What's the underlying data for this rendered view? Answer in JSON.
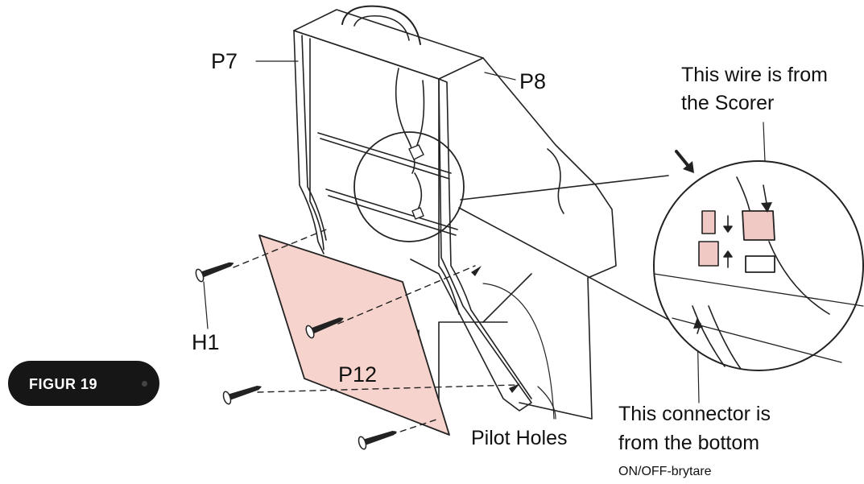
{
  "figure_label": "FIGUR 19",
  "parts": {
    "p7": "P7",
    "p8": "P8",
    "p12": "P12",
    "h1": "H1"
  },
  "callouts": {
    "wire_line1": "This wire is from",
    "wire_line2": "the Scorer",
    "connector_line1": "This connector is",
    "connector_line2": "from the bottom",
    "switch": "ON/OFF-brytare",
    "pilot_holes": "Pilot Holes"
  },
  "colors": {
    "panel_fill": "#f6d3cc",
    "connector_fill": "#f0c9c4",
    "line": "#222222",
    "badge_bg": "#161616"
  }
}
